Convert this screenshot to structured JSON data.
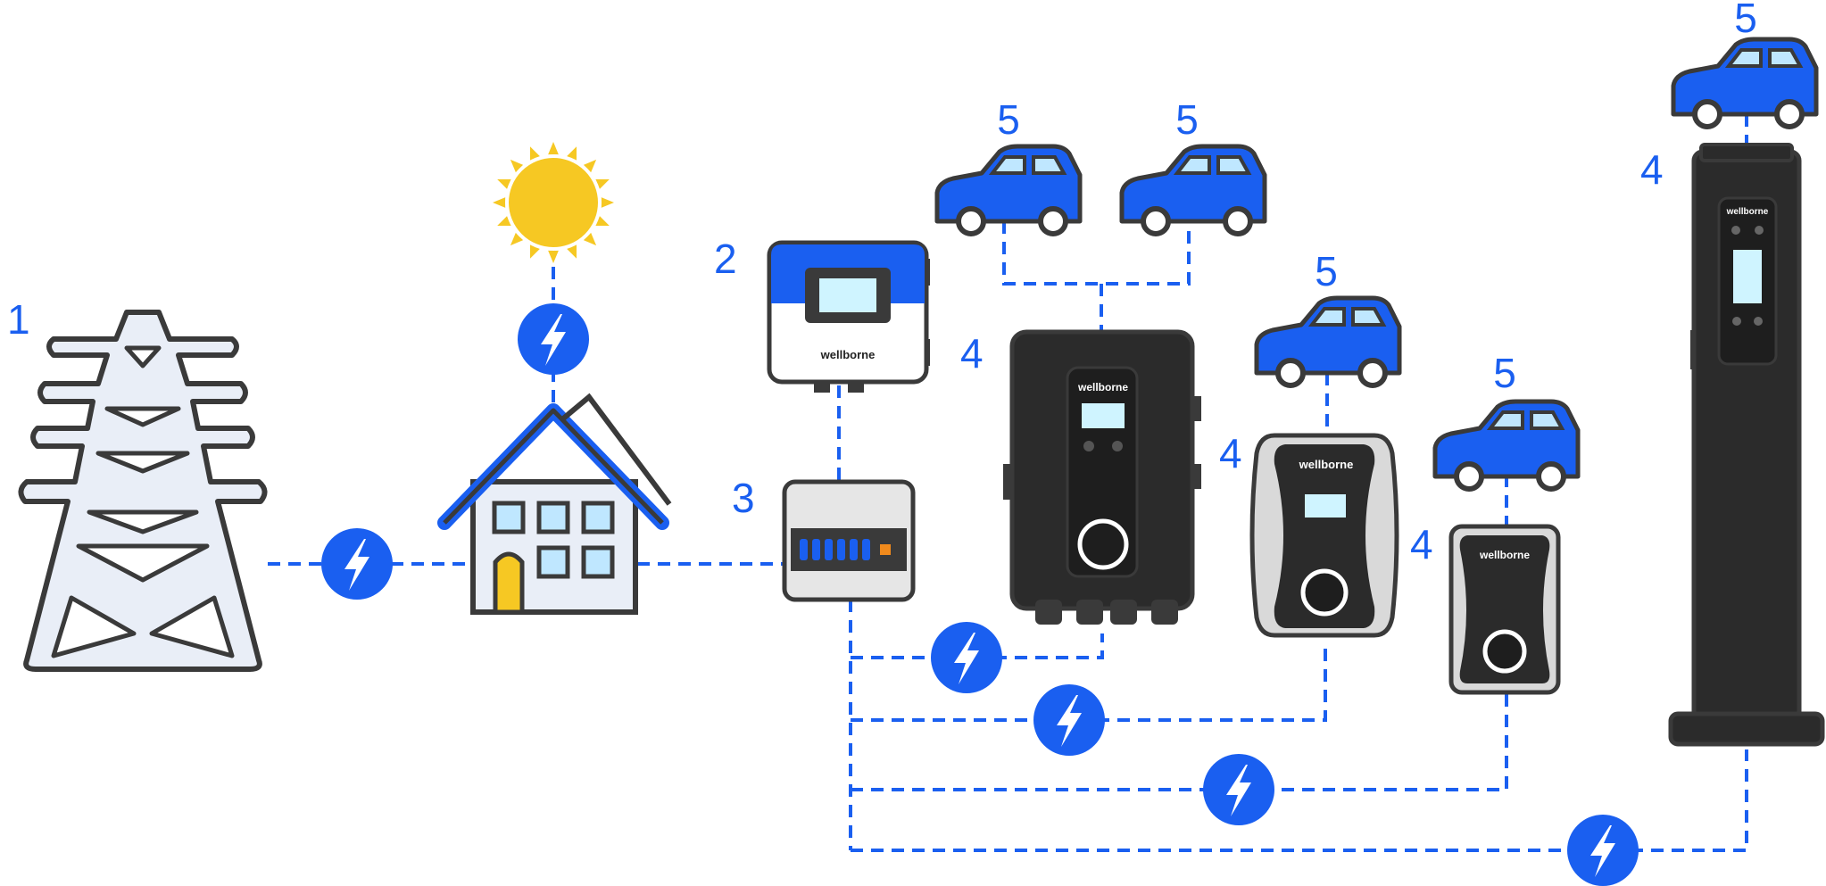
{
  "labels": {
    "grid": "1",
    "inverter": "2",
    "distribution_board": "3",
    "charger_wallbox_large": "4",
    "charger_wallbox_medium": "4",
    "charger_wallbox_small": "4",
    "charger_pedestal": "4",
    "car_pedestal": "5",
    "car_large_left": "5",
    "car_large_right": "5",
    "car_medium": "5",
    "car_small": "5"
  },
  "brand": {
    "inverter": "wellborne",
    "charger_large": "wellborne",
    "charger_medium": "wellborne",
    "charger_small": "wellborne",
    "charger_pedestal": "wellborne"
  },
  "icons": {
    "tower": "power-tower-icon",
    "house": "solar-house-icon",
    "sun": "sun-icon",
    "bolt": "lightning-bolt-icon",
    "inverter": "inverter-icon",
    "board": "distribution-board-icon",
    "car": "car-icon",
    "charger": "ev-charger-icon"
  },
  "colors": {
    "accent": "#1a5ff0",
    "outline": "#3a3a3a",
    "sun": "#f6c823",
    "charger_body": "#2b2b2b",
    "screen": "#cff4ff"
  }
}
